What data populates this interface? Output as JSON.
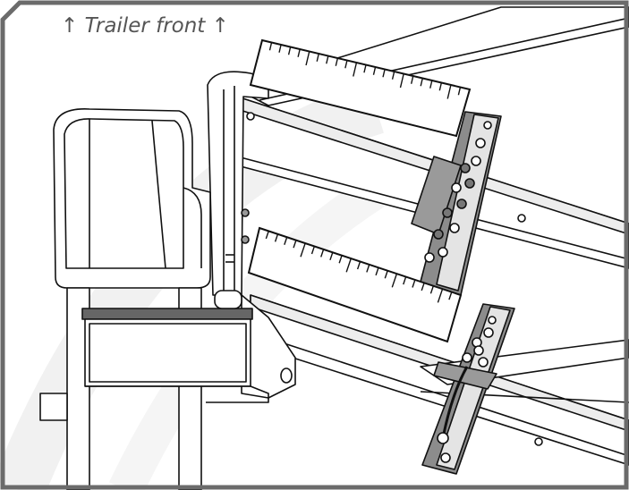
{
  "caption": {
    "arrow_left": "↑",
    "label": "Trailer front",
    "arrow_right": "↑"
  },
  "colors": {
    "outline": "#111111",
    "frame_border": "#6b6b6b",
    "metal_dark": "#8c8c8c",
    "metal_light": "#e9e9e9",
    "shadow_band": "#f1f1f1"
  },
  "rulers": [
    {
      "id": "upper",
      "tick_count": 22
    },
    {
      "id": "lower",
      "tick_count": 22
    }
  ]
}
